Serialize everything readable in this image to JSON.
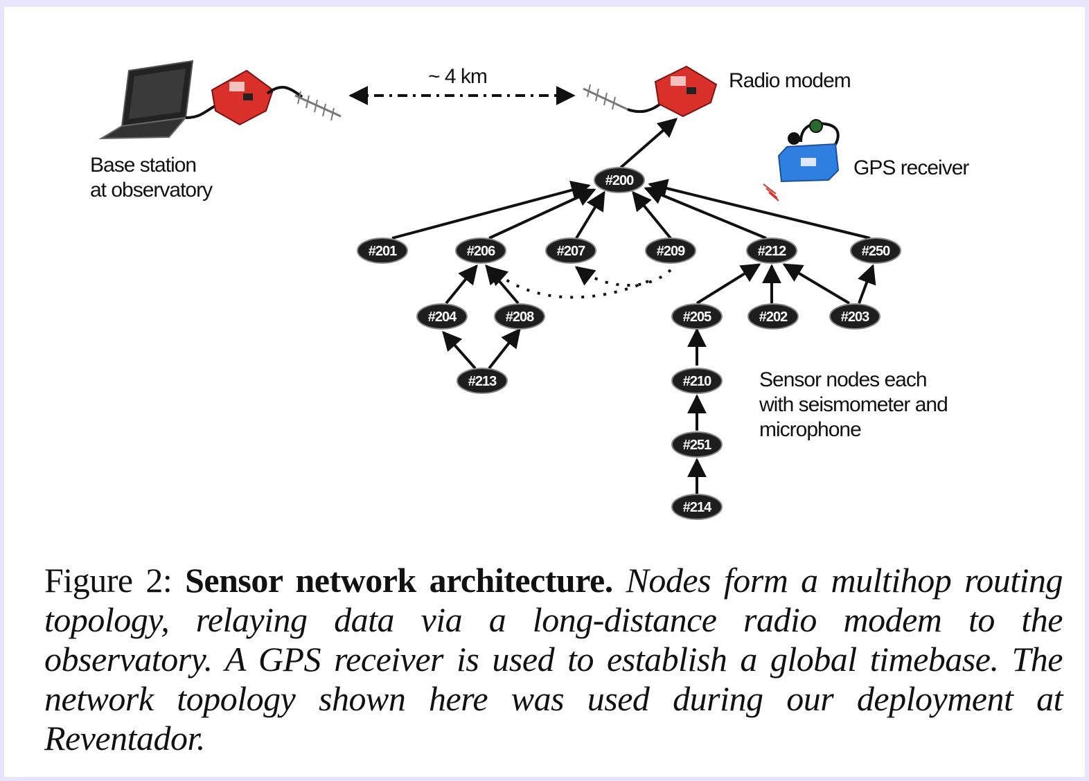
{
  "labels": {
    "distance": "~ 4 km",
    "radio_modem": "Radio modem",
    "base_station_line1": "Base station",
    "base_station_line2": "at observatory",
    "gps_receiver": "GPS receiver",
    "sensor_nodes_line1": "Sensor nodes each",
    "sensor_nodes_line2": "with seismometer and",
    "sensor_nodes_line3": "microphone"
  },
  "nodes": {
    "n200": "#200",
    "n201": "#201",
    "n206": "#206",
    "n207": "#207",
    "n209": "#209",
    "n212": "#212",
    "n250": "#250",
    "n204": "#204",
    "n208": "#208",
    "n205": "#205",
    "n202": "#202",
    "n203": "#203",
    "n213": "#213",
    "n210": "#210",
    "n251": "#251",
    "n214": "#214"
  },
  "caption": {
    "prefix": "Figure 2: ",
    "title": "Sensor network architecture.",
    "body": " Nodes form a multihop routing topology, relaying data via a long-distance radio modem to the observatory. A GPS receiver is used to establish a global timebase. The network topology shown here was used during our deployment at Reventador."
  },
  "colors": {
    "modem": "#d9302a",
    "gps": "#2f7fe0",
    "node": "#1e1e1e"
  },
  "icons": [
    "laptop-icon",
    "radio-modem-icon",
    "antenna-icon",
    "gps-receiver-icon"
  ]
}
